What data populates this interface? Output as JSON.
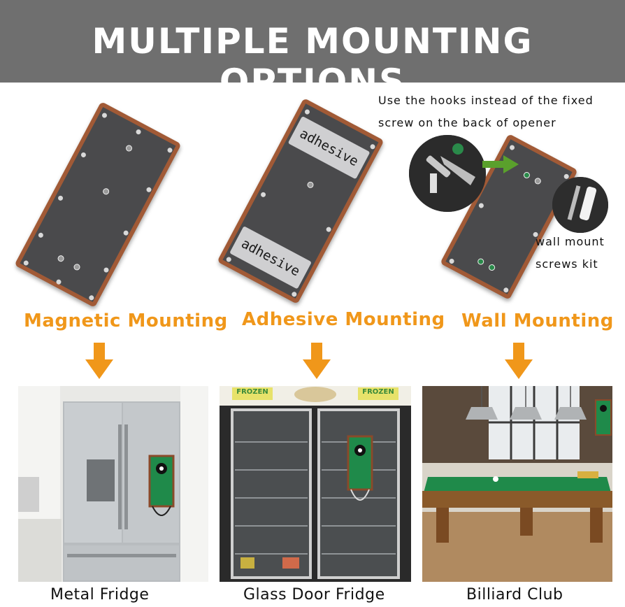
{
  "banner": {
    "title": "MULTIPLE MOUNTING OPTIONS"
  },
  "adhesive_stickers": [
    "adhesive",
    "adhesive"
  ],
  "notes": {
    "hooks_line1": "Use the hooks instead of the fixed",
    "hooks_line2": "screw on the back of opener",
    "kit_line1": "wall mount",
    "kit_line2": "screws kit"
  },
  "options": [
    {
      "heading": "Magnetic Mounting",
      "caption": "Metal Fridge"
    },
    {
      "heading": "Adhesive Mounting",
      "caption": "Glass Door Fridge"
    },
    {
      "heading": "Wall Mounting",
      "caption": "Billiard Club"
    }
  ],
  "photo_labels": {
    "frozen_left": "FROZEN",
    "frozen_right": "FROZEN"
  },
  "colors": {
    "banner": "#6f6f6f",
    "accent_orange": "#f0971a",
    "plate_wood": "#a15a36",
    "plate_face": "#4a4a4c",
    "felt_green": "#1f8a4a"
  }
}
